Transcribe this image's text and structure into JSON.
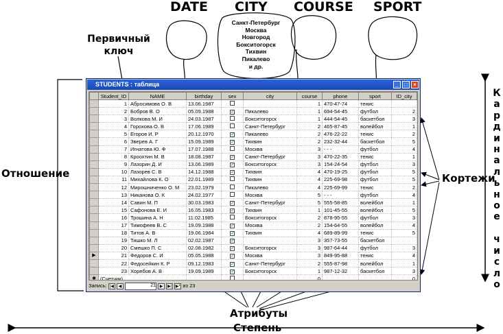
{
  "headers": {
    "date": "DATE",
    "city": "CITY",
    "course": "COURSE",
    "sport": "SPORT",
    "primary_key": [
      "Первичный",
      "ключ"
    ],
    "relation": "Отношение",
    "tuples": "Кортежи",
    "attributes": "Атрибуты",
    "degree": "Степень",
    "cardinality": "Кардинальное число"
  },
  "city_cloud": [
    "Санкт-Петербург",
    "Москва",
    "Новгород",
    "Бокситогорск",
    "Тихвин",
    "Пикалево",
    "и др."
  ],
  "window": {
    "title": "STUDENTS : таблица",
    "columns": [
      "Student_ID",
      "NAME",
      "birthday",
      "sex",
      "city",
      "course",
      "phone",
      "sport",
      "ID_city"
    ],
    "counter_label": "(Счетчик)",
    "new_row_course": "0",
    "new_row_idcity": "0",
    "status": {
      "record_label": "Запись:",
      "current": "21",
      "of_label": "из",
      "total": "23"
    }
  },
  "rows": [
    {
      "id": "1",
      "name": "Абросимова О. В",
      "bday": "13.06.1987",
      "sex": false,
      "city": "",
      "course": "1",
      "phone": "470-47-74",
      "sport": "тенис",
      "idc": ""
    },
    {
      "id": "2",
      "name": "Бобров В. О",
      "bday": "05.09.1988",
      "sex": true,
      "city": "Пикалево",
      "course": "1",
      "phone": "694-54-45",
      "sport": "футбол",
      "idc": "2"
    },
    {
      "id": "3",
      "name": "Волкова М. И",
      "bday": "24.03.1987",
      "sex": false,
      "city": "Бокситогорск",
      "course": "1",
      "phone": "444-54-45",
      "sport": "баскетбол",
      "idc": "3"
    },
    {
      "id": "4",
      "name": "Горохова О. В",
      "bday": "17.06.1989",
      "sex": false,
      "city": "Санкт-Петербург",
      "course": "2",
      "phone": "465-87-45",
      "sport": "волейбол",
      "idc": "1"
    },
    {
      "id": "5",
      "name": "Егоров И. Р",
      "bday": "20.12.1970",
      "sex": true,
      "city": "Пикалево",
      "course": "2",
      "phone": "476-22-22",
      "sport": "тенис",
      "idc": "2"
    },
    {
      "id": "6",
      "name": "Зверев А. Г",
      "bday": "15.09.1989",
      "sex": true,
      "city": "Тихвин",
      "course": "2",
      "phone": "232-32-44",
      "sport": "баскетбол",
      "idc": "5"
    },
    {
      "id": "7",
      "name": "Игнатова Ю. Ф",
      "bday": "17.07.1988",
      "sex": false,
      "city": "Москва",
      "course": "3",
      "phone": "- - -",
      "sport": "футбол",
      "idc": "4"
    },
    {
      "id": "8",
      "name": "Кроохтин М. В",
      "bday": "18.08.1987",
      "sex": true,
      "city": "Санкт-Петербург",
      "course": "3",
      "phone": "470-22-35",
      "sport": "тенис",
      "idc": "1"
    },
    {
      "id": "9",
      "name": "Лазорин Д. И",
      "bday": "13.06.1989",
      "sex": true,
      "city": "Бокситогорск",
      "course": "3",
      "phone": "154-24-54",
      "sport": "футбол",
      "idc": "3"
    },
    {
      "id": "10",
      "name": "Лазорев С. В",
      "bday": "14.12.1988",
      "sex": true,
      "city": "Тихвин",
      "course": "4",
      "phone": "470-19-25",
      "sport": "футбол",
      "idc": "5"
    },
    {
      "id": "11",
      "name": "Михайлова К. О",
      "bday": "22.01.1989",
      "sex": false,
      "city": "Тихвин",
      "course": "4",
      "phone": "225-69-98",
      "sport": "футбол",
      "idc": "5"
    },
    {
      "id": "12",
      "name": "Мирошниченко О. М",
      "bday": "23.02.1979",
      "sex": false,
      "city": "Пикалево",
      "course": "4",
      "phone": "225-69-99",
      "sport": "тенис",
      "idc": "2"
    },
    {
      "id": "13",
      "name": "Никанова О. К",
      "bday": "24.02.1977",
      "sex": false,
      "city": "Москва",
      "course": "5",
      "phone": "- - -",
      "sport": "футбол",
      "idc": "4"
    },
    {
      "id": "14",
      "name": "Савин М. П",
      "bday": "30.03.1983",
      "sex": true,
      "city": "Санкт-Петербург",
      "course": "5",
      "phone": "555-58-85",
      "sport": "волейбол",
      "idc": "1"
    },
    {
      "id": "15",
      "name": "Сафонова Е. И",
      "bday": "16.05.1983",
      "sex": true,
      "city": "Тихвин",
      "course": "1",
      "phone": "101-45-55",
      "sport": "волейбол",
      "idc": "5"
    },
    {
      "id": "16",
      "name": "Трошина А. Н",
      "bday": "11.02.1985",
      "sex": false,
      "city": "Бокситогорск",
      "course": "2",
      "phone": "878-95-55",
      "sport": "футбол",
      "idc": "3"
    },
    {
      "id": "17",
      "name": "Тимофеев В. С",
      "bday": "19.09.1988",
      "sex": true,
      "city": "Москва",
      "course": "2",
      "phone": "154-64-55",
      "sport": "волейбол",
      "idc": "4"
    },
    {
      "id": "18",
      "name": "Титов А. В",
      "bday": "19.06.1984",
      "sex": true,
      "city": "Тихвин",
      "course": "4",
      "phone": "689-89-99",
      "sport": "тенис",
      "idc": "5"
    },
    {
      "id": "19",
      "name": "Тишко М. Л",
      "bday": "02.02.1987",
      "sex": true,
      "city": "",
      "course": "3",
      "phone": "357-73-55",
      "sport": "баскетбол",
      "idc": ""
    },
    {
      "id": "20",
      "name": "Смешко П. С",
      "bday": "02.08.1982",
      "sex": true,
      "city": "Бокситогорск",
      "course": "3",
      "phone": "987-64-44",
      "sport": "футбол",
      "idc": "3"
    },
    {
      "id": "21",
      "name": "Федоров С. И",
      "bday": "05.05.1988",
      "sex": true,
      "city": "Москва",
      "course": "3",
      "phone": "849-95-88",
      "sport": "тенис",
      "idc": "4"
    },
    {
      "id": "22",
      "name": "Федосейкин К. Р",
      "bday": "09.12.1983",
      "sex": true,
      "city": "Санкт-Петербург",
      "course": "2",
      "phone": "555-87-98",
      "sport": "волейбол",
      "idc": "1"
    },
    {
      "id": "23",
      "name": "Хоребов А. В",
      "bday": "19.09.1989",
      "sex": true,
      "city": "Бокситогорск",
      "course": "1",
      "phone": "987-12-32",
      "sport": "баскетбол",
      "idc": "3"
    }
  ]
}
